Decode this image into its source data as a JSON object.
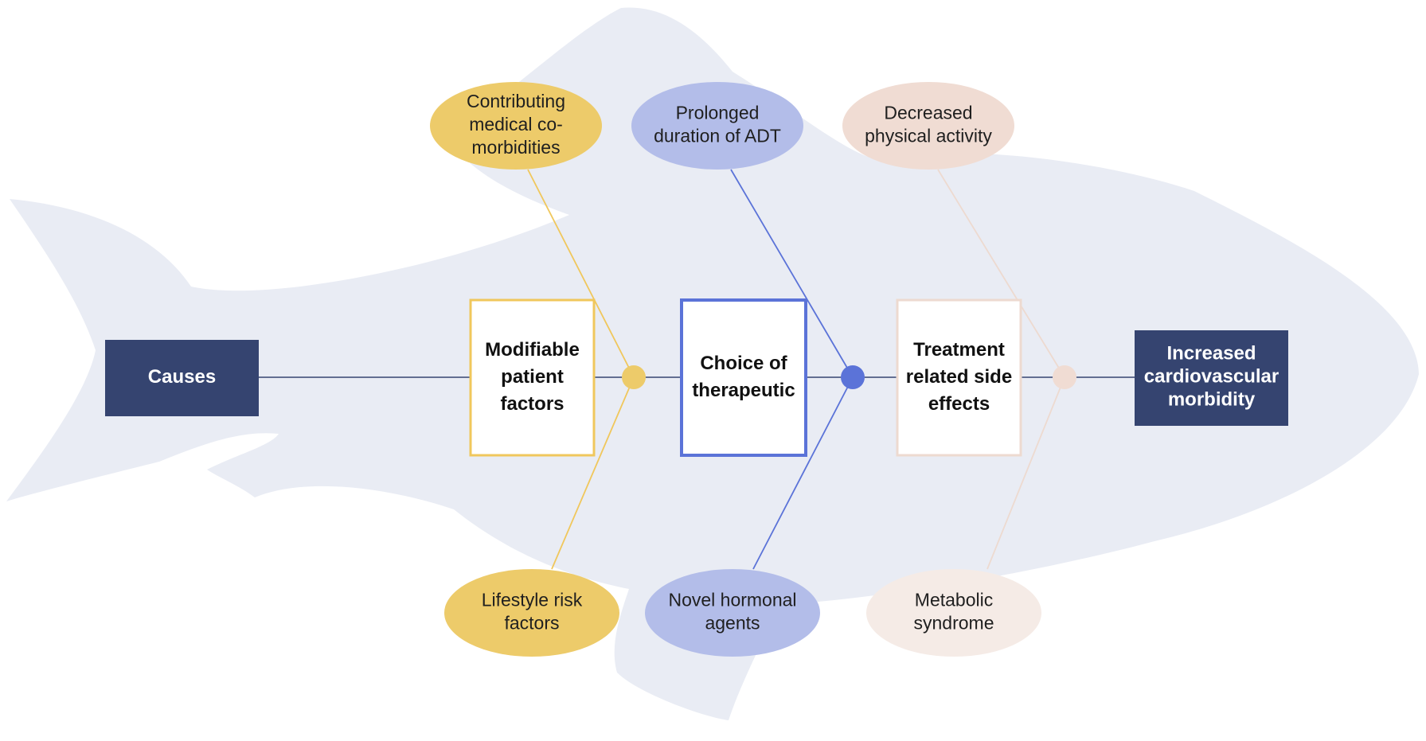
{
  "colors": {
    "fish": "#e9ecf4",
    "navy": "#354470",
    "yellow": "#edcb6a",
    "yellow_line": "#f0c75c",
    "blue": "#5b73d8",
    "blue_oval": "#b3bde9",
    "peach": "#f0dcd3",
    "peach_light": "#f5ebe6",
    "peach_line": "#eddad0"
  },
  "diagram": {
    "start": {
      "label": [
        "Causes"
      ]
    },
    "end": {
      "label": [
        "Increased",
        "cardiovascular",
        "morbidity"
      ]
    },
    "categories": [
      {
        "id": "modifiable",
        "label": [
          "Modifiable",
          "patient",
          "factors"
        ],
        "color": "yellow",
        "top_cause": [
          "Contributing",
          "medical co-",
          "morbidities"
        ],
        "bottom_cause": [
          "Lifestyle risk",
          "factors"
        ]
      },
      {
        "id": "therapeutic",
        "label": [
          "Choice of",
          "therapeutic"
        ],
        "color": "blue",
        "top_cause": [
          "Prolonged",
          "duration of ADT"
        ],
        "bottom_cause": [
          "Novel hormonal",
          "agents"
        ]
      },
      {
        "id": "side-effects",
        "label": [
          "Treatment",
          "related side",
          "effects"
        ],
        "color": "peach",
        "top_cause": [
          "Decreased",
          "physical activity"
        ],
        "bottom_cause": [
          "Metabolic",
          "syndrome"
        ]
      }
    ]
  }
}
